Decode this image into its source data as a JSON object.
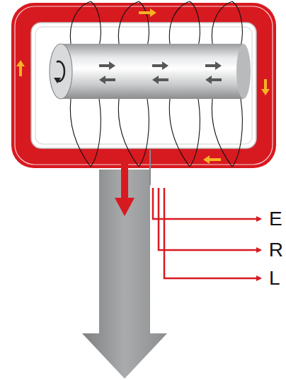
{
  "diagram": {
    "labels": [
      "E",
      "R",
      "L"
    ]
  }
}
